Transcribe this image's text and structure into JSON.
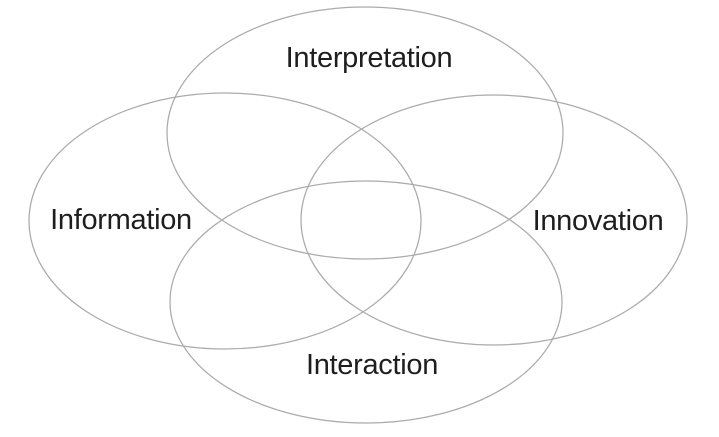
{
  "venn": {
    "type": "venn-diagram",
    "background_color": "#ffffff",
    "stroke_color": "#ababab",
    "label_color": "#1e1e1e",
    "sets": [
      {
        "label": "Interpretation",
        "position": "top"
      },
      {
        "label": "Information",
        "position": "left"
      },
      {
        "label": "Innovation",
        "position": "right"
      },
      {
        "label": "Interaction",
        "position": "bottom"
      }
    ]
  }
}
